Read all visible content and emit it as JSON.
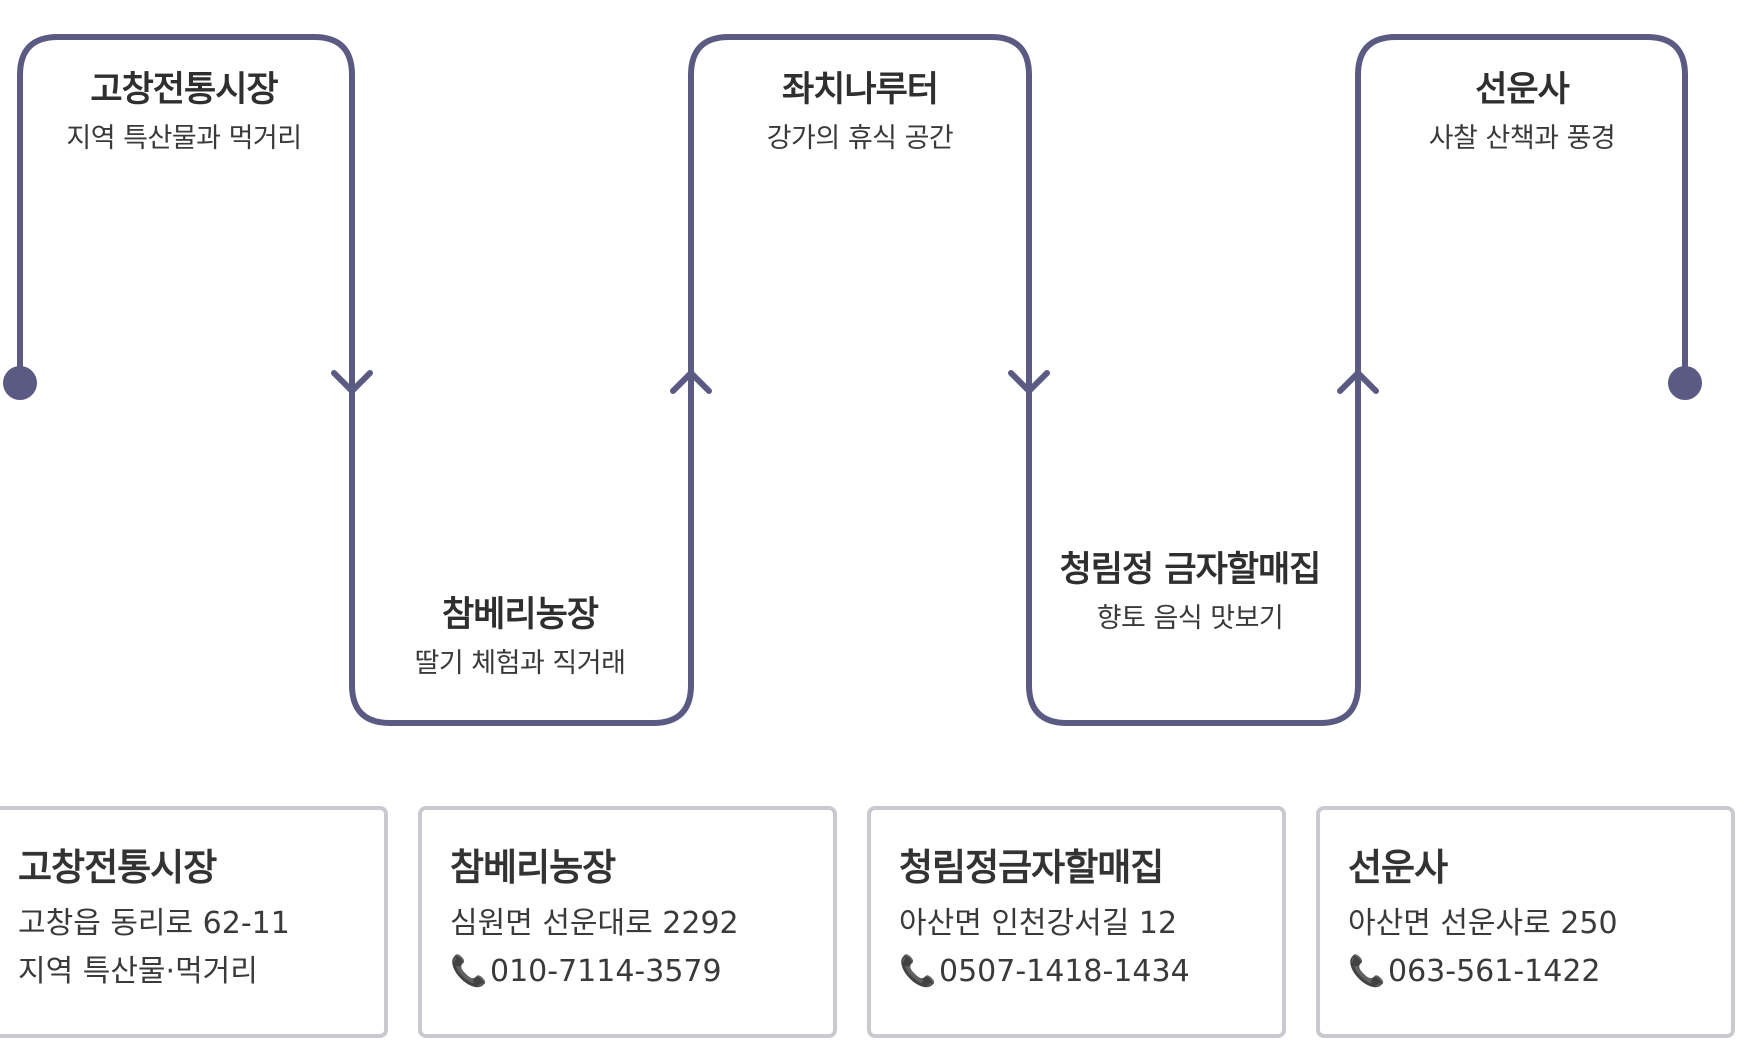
{
  "route": {
    "line_color": "#5a5a82",
    "stops": [
      {
        "name": "고창전통시장",
        "desc": "지역 특산물과 먹거리"
      },
      {
        "name": "참베리농장",
        "desc": "딸기 체험과 직거래"
      },
      {
        "name": "좌치나루터",
        "desc": "강가의 휴식 공간"
      },
      {
        "name": "청림정 금자할매집",
        "desc": "향토 음식 맛보기"
      },
      {
        "name": "선운사",
        "desc": "사찰 산책과 풍경"
      }
    ]
  },
  "cards": [
    {
      "title": "고창전통시장",
      "line1": "고창읍 동리로 62-11",
      "line2": "지역 특산물·먹거리"
    },
    {
      "title": "참베리농장",
      "line1": "심원면 선운대로 2292",
      "phone_icon": "phone-icon",
      "phone": "010-7114-3579"
    },
    {
      "title": "청림정금자할매집",
      "line1": "아산면 인천강서길 12",
      "phone_icon": "phone-icon",
      "phone": "0507-1418-1434"
    },
    {
      "title": "선운사",
      "line1": "아산면 선운사로 250",
      "phone_icon": "phone-icon",
      "phone": "063-561-1422"
    }
  ]
}
